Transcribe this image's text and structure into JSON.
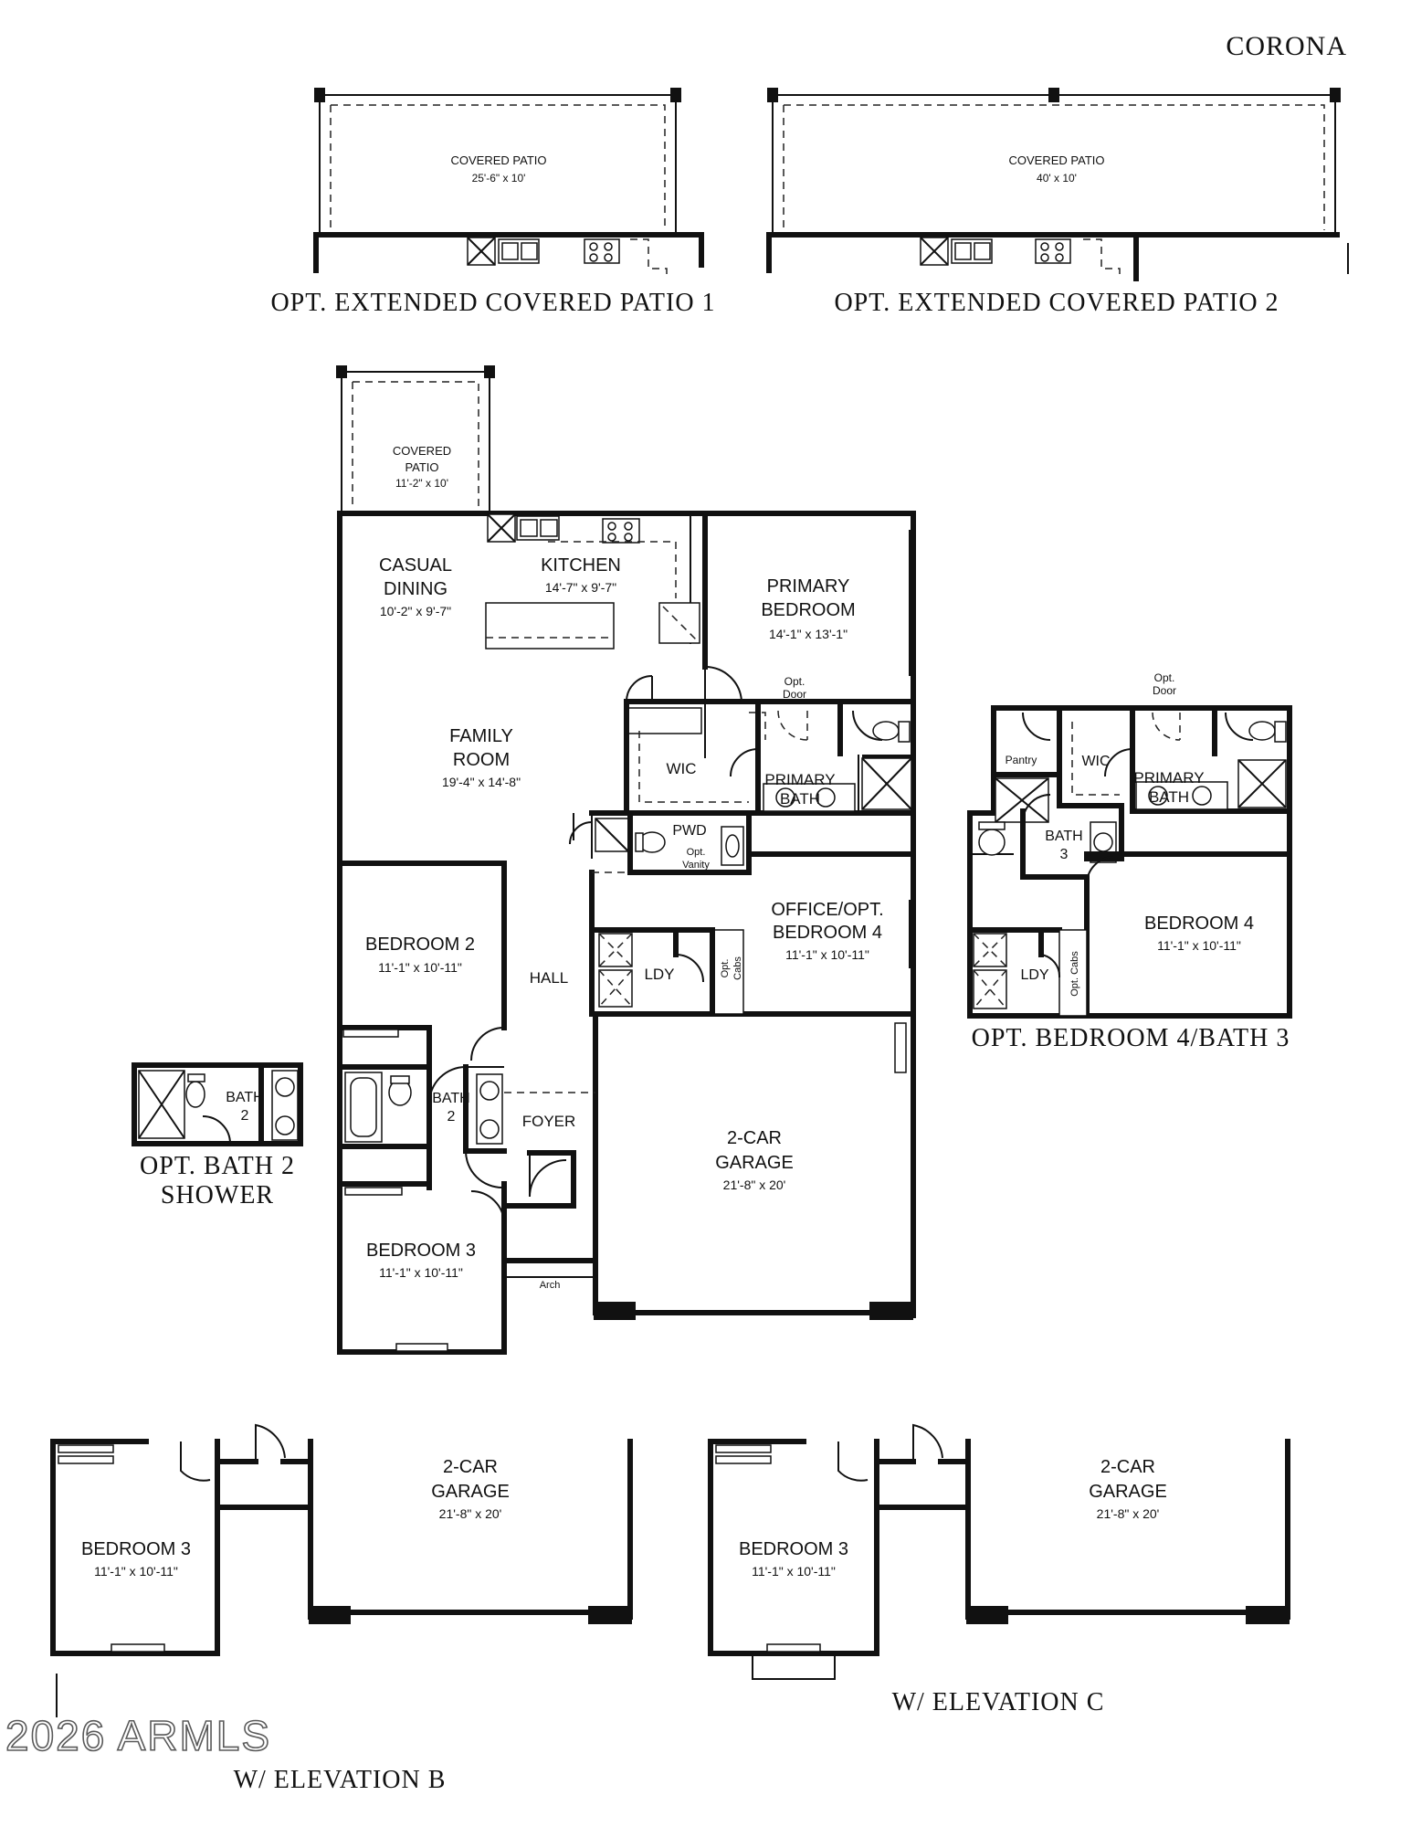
{
  "brand": "CORONA",
  "watermark": "2026 ARMLS",
  "captions": {
    "patio1": "OPT. EXTENDED COVERED PATIO 1",
    "patio2": "OPT. EXTENDED COVERED PATIO 2",
    "bed4bath3": "OPT. BEDROOM 4/BATH 3",
    "bath2shower_1": "OPT. BATH 2",
    "bath2shower_2": "SHOWER",
    "elev_b": "W/ ELEVATION B",
    "elev_c": "W/ ELEVATION C"
  },
  "patio_options": [
    {
      "name": "COVERED PATIO",
      "dims": "25'-6\" x 10'"
    },
    {
      "name": "COVERED PATIO",
      "dims": "40' x 10'"
    }
  ],
  "main_plan": {
    "covered_patio": {
      "line1": "COVERED",
      "line2": "PATIO",
      "dims": "11'-2\" x 10'"
    },
    "casual_dining": {
      "line1": "CASUAL",
      "line2": "DINING",
      "dims": "10'-2\" x 9'-7\""
    },
    "kitchen": {
      "name": "KITCHEN",
      "dims": "14'-7\" x 9'-7\""
    },
    "primary_bedroom": {
      "line1": "PRIMARY",
      "line2": "BEDROOM",
      "dims": "14'-1\" x 13'-1\""
    },
    "opt_door": {
      "line1": "Opt.",
      "line2": "Door"
    },
    "family_room": {
      "line1": "FAMILY",
      "line2": "ROOM",
      "dims": "19'-4\" x 14'-8\""
    },
    "wic": "WIC",
    "primary_bath": {
      "line1": "PRIMARY",
      "line2": "BATH"
    },
    "pwd": "PWD",
    "opt_vanity": {
      "line1": "Opt.",
      "line2": "Vanity"
    },
    "office": {
      "line1": "OFFICE/OPT.",
      "line2": "BEDROOM 4",
      "dims": "11'-1\" x 10'-11\""
    },
    "bedroom2": {
      "name": "BEDROOM 2",
      "dims": "11'-1\" x 10'-11\""
    },
    "hall": "HALL",
    "ldy": "LDY",
    "opt_cabs": {
      "line1": "Opt.",
      "line2": "Cabs"
    },
    "bath2": {
      "line1": "BATH",
      "line2": "2"
    },
    "foyer": "FOYER",
    "garage": {
      "line1": "2-CAR",
      "line2": "GARAGE",
      "dims": "21'-8\" x 20'"
    },
    "bedroom3": {
      "name": "BEDROOM 3",
      "dims": "11'-1\" x 10'-11\""
    },
    "arch": "Arch"
  },
  "opt_bed4": {
    "opt_door": {
      "line1": "Opt.",
      "line2": "Door"
    },
    "pantry": "Pantry",
    "wic": "WIC",
    "primary_bath": {
      "line1": "PRIMARY",
      "line2": "BATH"
    },
    "bath3": {
      "line1": "BATH",
      "line2": "3"
    },
    "bedroom4": {
      "name": "BEDROOM 4",
      "dims": "11'-1\" x 10'-11\""
    },
    "ldy": "LDY",
    "opt_cabs": "Opt. Cabs"
  },
  "opt_bath2": {
    "line1": "BATH",
    "line2": "2"
  },
  "elevations": [
    {
      "bedroom": "BEDROOM 3",
      "bed_dims": "11'-1\" x 10'-11\"",
      "garage_line1": "2-CAR",
      "garage_line2": "GARAGE",
      "garage_dims": "21'-8\" x 20'"
    },
    {
      "bedroom": "BEDROOM 3",
      "bed_dims": "11'-1\" x 10'-11\"",
      "garage_line1": "2-CAR",
      "garage_line2": "GARAGE",
      "garage_dims": "21'-8\" x 20'"
    }
  ]
}
